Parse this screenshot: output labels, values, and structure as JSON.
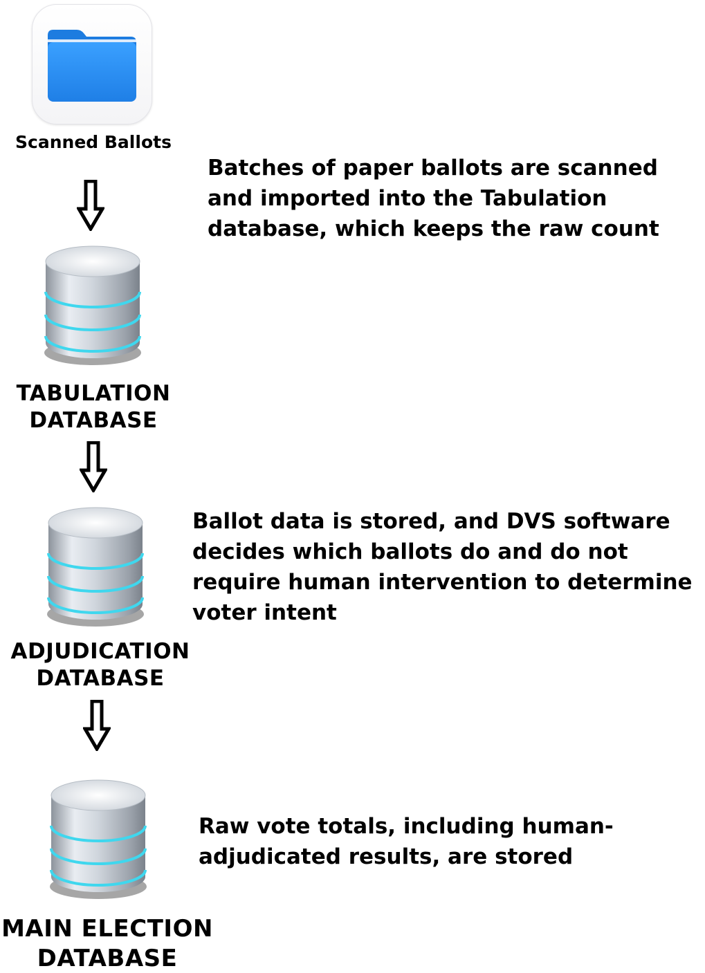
{
  "nodes": [
    {
      "id": "scanned-ballots",
      "label": "Scanned Ballots",
      "icon": "folder-icon"
    },
    {
      "id": "tabulation",
      "label_lines": [
        "TABULATION",
        "DATABASE"
      ],
      "icon": "database-icon"
    },
    {
      "id": "adjudication",
      "label_lines": [
        "ADJUDICATION",
        "DATABASE"
      ],
      "icon": "database-icon"
    },
    {
      "id": "main-election",
      "label_lines": [
        "MAIN ELECTION",
        "DATABASE"
      ],
      "icon": "database-icon"
    }
  ],
  "descriptions": {
    "tabulation": [
      "Batches of paper ballots are scanned",
      "and imported into the Tabulation",
      "database, which keeps the raw count"
    ],
    "adjudication": [
      "Ballot data is stored, and DVS software",
      "decides which ballots do and do not",
      "require human intervention to determine",
      "voter intent"
    ],
    "main_election": [
      "Raw vote totals, including human-",
      "adjudicated results, are stored"
    ]
  },
  "colors": {
    "folder_blue": "#2f8ff0",
    "database_silver": "#c9ced6",
    "database_glow": "#3fd7ee",
    "arrow": "#000000"
  }
}
